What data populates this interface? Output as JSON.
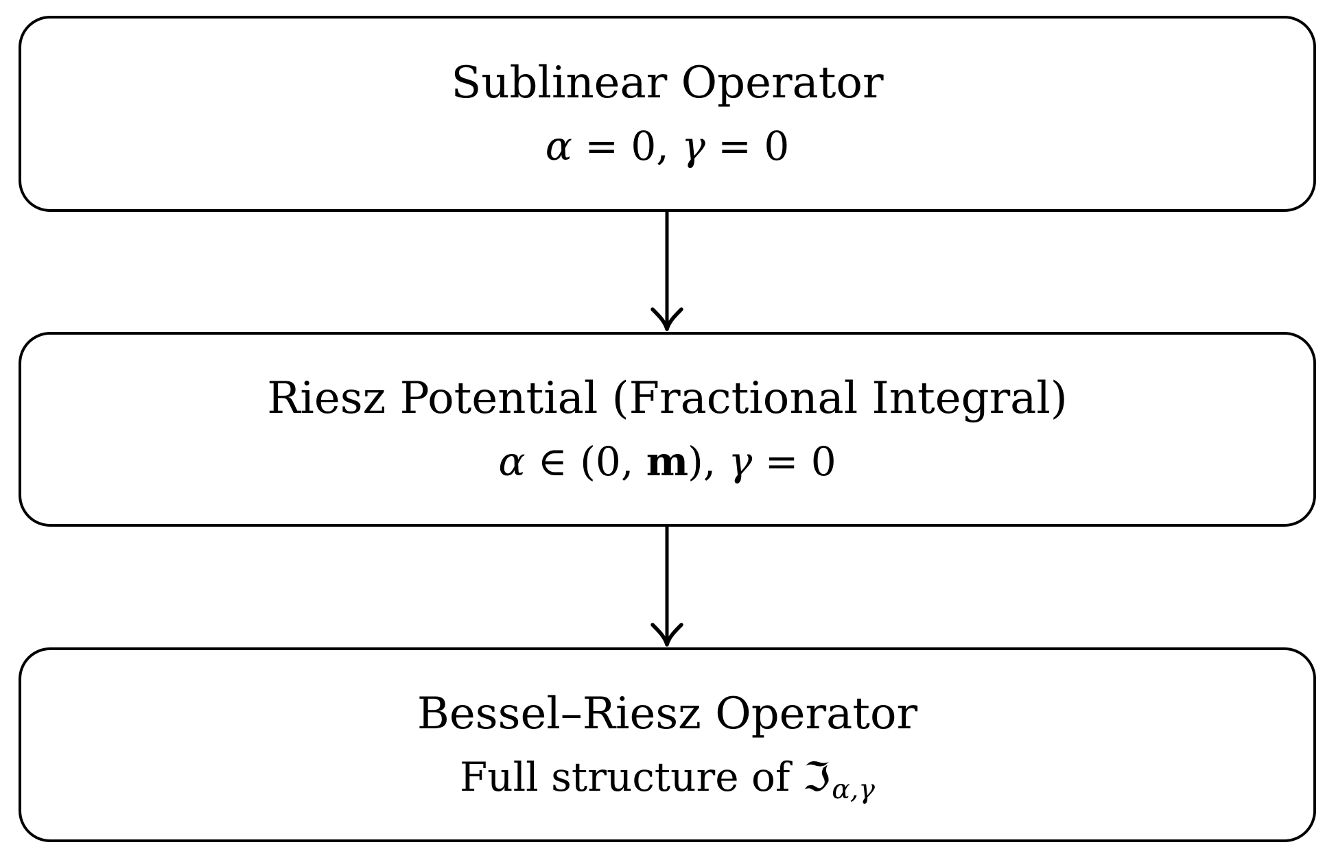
{
  "page": {
    "background_color": "#ffffff",
    "stroke_color": "#000000"
  },
  "diagram": {
    "type": "flowchart",
    "direction": "top-to-bottom",
    "boxes": [
      {
        "id": "sublinear-operator",
        "title": "Sublinear Operator",
        "subtitle_parts": [
          {
            "text": "α",
            "style": "math-italic"
          },
          {
            "text": " = 0, ",
            "style": "math-upright"
          },
          {
            "text": "γ",
            "style": "math-italic"
          },
          {
            "text": " = 0",
            "style": "math-upright"
          }
        ]
      },
      {
        "id": "riesz-potential",
        "title": "Riesz Potential (Fractional Integral)",
        "subtitle_parts": [
          {
            "text": "α",
            "style": "math-italic"
          },
          {
            "text": " ∈ (0, ",
            "style": "math-upright"
          },
          {
            "text": "m",
            "style": "fraktur-m"
          },
          {
            "text": "), ",
            "style": "math-upright"
          },
          {
            "text": "γ",
            "style": "math-italic"
          },
          {
            "text": " = 0",
            "style": "math-upright"
          }
        ]
      },
      {
        "id": "bessel-riesz-operator",
        "title": "Bessel–Riesz Operator",
        "subtitle_parts": [
          {
            "text": "Full structure of ",
            "style": "upright"
          },
          {
            "text": "ℑ",
            "style": "fraktur"
          },
          {
            "text": "α,γ",
            "style": "subscript"
          }
        ]
      }
    ],
    "arrows": [
      {
        "from": "sublinear-operator",
        "to": "riesz-potential"
      },
      {
        "from": "riesz-potential",
        "to": "bessel-riesz-operator"
      }
    ]
  }
}
